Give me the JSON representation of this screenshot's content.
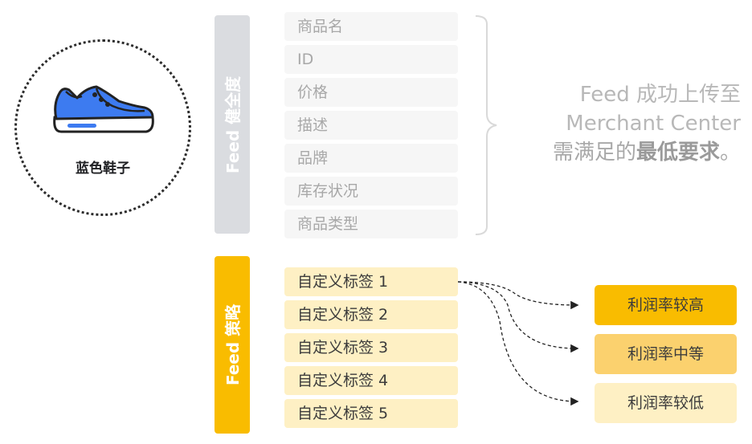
{
  "product": {
    "label": "蓝色鞋子",
    "icon": "sneaker-icon",
    "color": "#3d7bf0"
  },
  "feed_health": {
    "title": "Feed 健全度",
    "attributes": [
      "商品名",
      "ID",
      "价格",
      "描述",
      "品牌",
      "库存状况",
      "商品类型"
    ],
    "requirement": {
      "line1": "Feed 成功上传至",
      "line2": "Merchant Center",
      "line3_prefix": "需满足的",
      "line3_bold": "最低要求",
      "line3_suffix": "。"
    }
  },
  "feed_strategy": {
    "title": "Feed 策略",
    "custom_labels": [
      "自定义标签 1",
      "自定义标签 2",
      "自定义标签 3",
      "自定义标签 4",
      "自定义标签 5"
    ],
    "margins": [
      "利润率较高",
      "利润率中等",
      "利润率较低"
    ]
  },
  "colors": {
    "accent": "#f9bc00",
    "mid": "#fbd16e",
    "light": "#fef0c4",
    "gray_bar": "#dadce0"
  }
}
